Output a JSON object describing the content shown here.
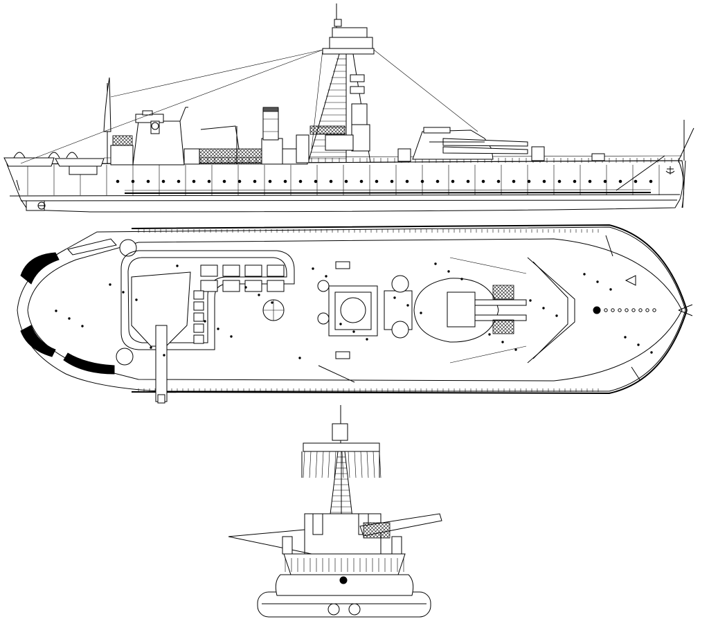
{
  "views": [
    {
      "id": "side-profile"
    },
    {
      "id": "plan-top"
    },
    {
      "id": "bow-end"
    }
  ],
  "colors": {
    "line": "#000000",
    "background": "#ffffff"
  }
}
